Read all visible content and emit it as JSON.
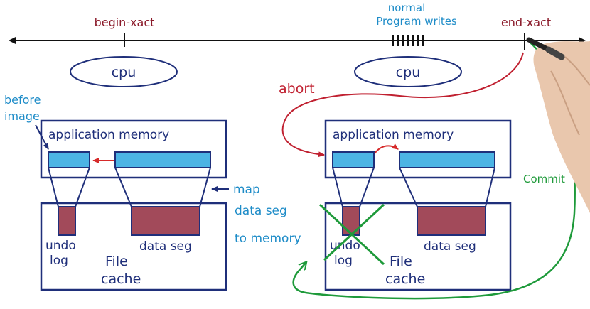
{
  "timeline": {
    "begin_label": "begin-xact",
    "writes_label_line1": "normal",
    "writes_label_line2": "Program writes",
    "end_label": "end-xact"
  },
  "left": {
    "cpu_label": "cpu",
    "before_image_line1": "before",
    "before_image_line2": "image",
    "app_memory_label": "application memory",
    "map_line1": "map",
    "map_line2": "data seg",
    "map_line3": "to memory",
    "undo_label_line1": "undo",
    "undo_label_line2": "log",
    "data_seg_label": "data seg",
    "file_cache_line1": "File",
    "file_cache_line2": "cache"
  },
  "right": {
    "cpu_label": "cpu",
    "abort_label": "abort",
    "commit_label": "Commit",
    "app_memory_label": "application memory",
    "undo_label_line1": "undo",
    "undo_label_line2": "log",
    "data_seg_label": "data seg",
    "file_cache_line1": "File",
    "file_cache_line2": "cache"
  },
  "colors": {
    "navy": "#1f2f7a",
    "maroon": "#8b1a2a",
    "teal": "#1e8cc8",
    "light_blue": "#4cb4e4",
    "block_red": "#a24a5a",
    "green": "#1e9a3a",
    "abort_red": "#c02030",
    "arrow_red": "#d62a2a"
  }
}
